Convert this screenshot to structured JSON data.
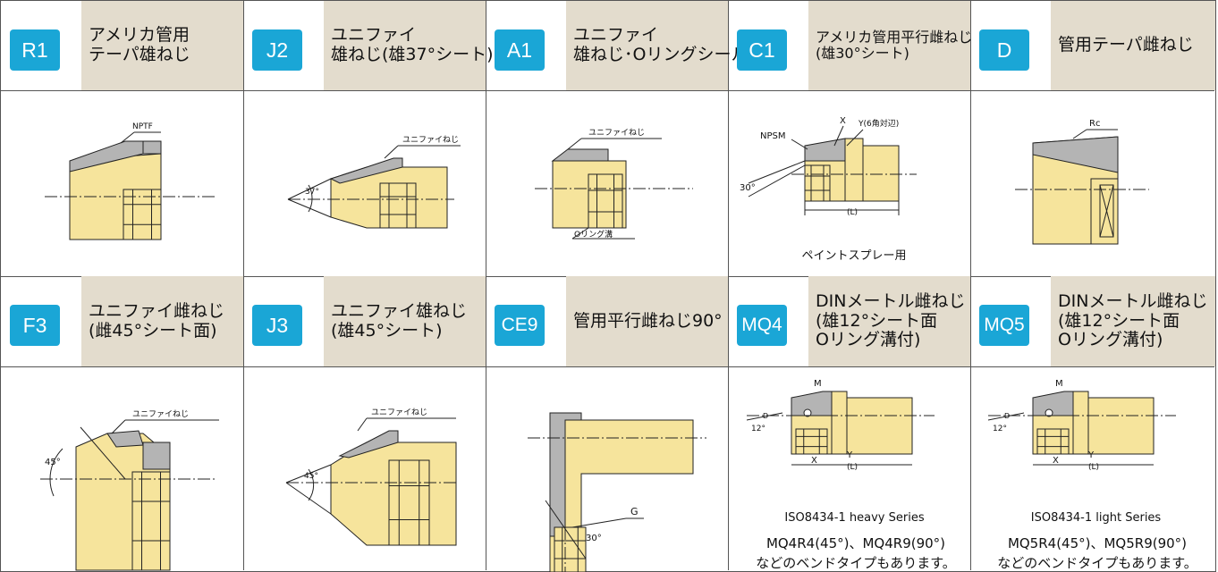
{
  "cells": [
    {
      "code": "R1",
      "title": [
        "アメリカ管用",
        "テーパ雄ねじ"
      ],
      "label": "NPTF"
    },
    {
      "code": "J2",
      "title": [
        "ユニファイ",
        "雄ねじ(雄37°シート)"
      ],
      "label": "ユニファイねじ",
      "angle": "37°"
    },
    {
      "code": "A1",
      "title": [
        "ユニファイ",
        "雄ねじ･Oリングシール"
      ],
      "label": "ユニファイねじ",
      "label2": "Oリング溝"
    },
    {
      "code": "C1",
      "title": [
        "アメリカ管用平行雌ねじ",
        "(雄30°シート)"
      ],
      "label": "NPSM",
      "label_x": "X",
      "label_y": "Y(6角対辺)",
      "angle": "30°",
      "length": "(L)",
      "note": "ペイントスプレー用"
    },
    {
      "code": "D",
      "title": [
        "管用テーパ雌ねじ"
      ],
      "label": "Rc"
    },
    {
      "code": "F3",
      "title": [
        "ユニファイ雌ねじ",
        "(雌45°シート面)"
      ],
      "label": "ユニファイねじ",
      "angle": "45°"
    },
    {
      "code": "J3",
      "title": [
        "ユニファイ雄ねじ",
        "(雄45°シート)"
      ],
      "label": "ユニファイねじ",
      "angle": "45°"
    },
    {
      "code": "CE9",
      "title": [
        "管用平行雌ねじ90°"
      ],
      "label": "G",
      "angle": "30°"
    },
    {
      "code": "MQ4",
      "title": [
        "DINメートル雌ねじ",
        "(雄12°シート面",
        "Oリング溝付)"
      ],
      "label_m": "M",
      "label_d": "D",
      "label_x": "X",
      "label_y": "Y",
      "angle": "12°",
      "length": "(L)",
      "series": "ISO8434-1 heavy Series",
      "note1": "MQ4R4(45°)、MQ4R9(90°)",
      "note2": "などのベンドタイプもあります。"
    },
    {
      "code": "MQ5",
      "title": [
        "DINメートル雌ねじ",
        "(雄12°シート面",
        "Oリング溝付)"
      ],
      "label_m": "M",
      "label_d": "D",
      "label_x": "X",
      "label_y": "Y",
      "angle": "12°",
      "length": "(L)",
      "series": "ISO8434-1 light Series",
      "note1": "MQ5R4(45°)、MQ5R9(90°)",
      "note2": "などのベンドタイプもあります。"
    }
  ],
  "colors": {
    "header_bg": "#e3dccd",
    "code_bg": "#1aa6d6",
    "brass": "#f6e49c",
    "steel": "#b4b4b4"
  }
}
